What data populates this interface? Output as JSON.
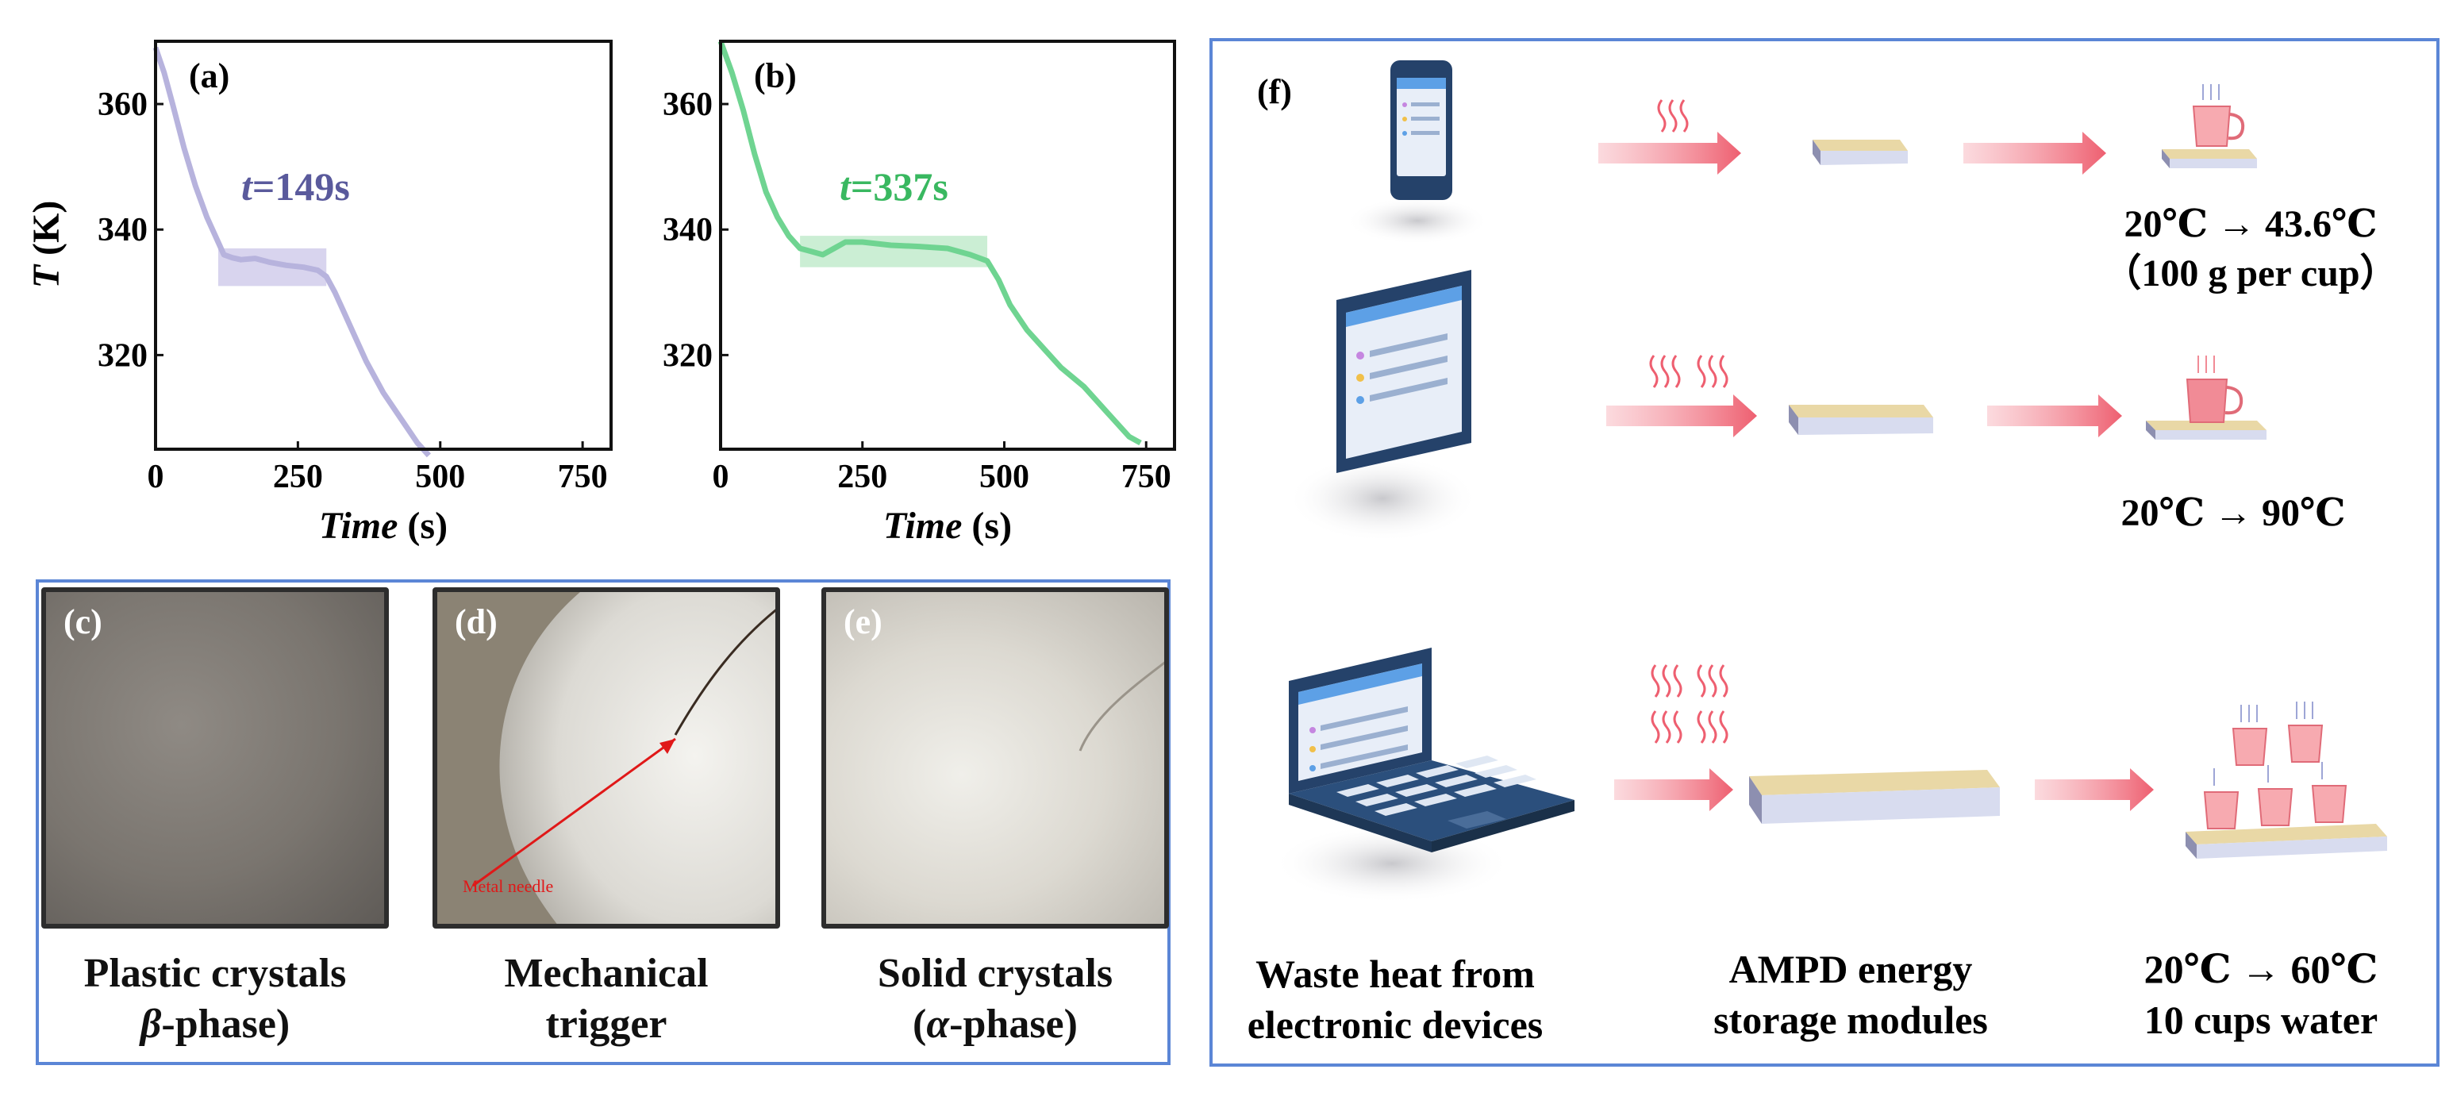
{
  "chart_data": [
    {
      "type": "line",
      "panel_label": "(a)",
      "annotation": {
        "t_prefix": "t",
        "t_value": "=149s"
      },
      "ylabel": "T (K)",
      "xlabel": "Time (s)",
      "xlim": [
        0,
        800
      ],
      "ylim": [
        305,
        370
      ],
      "xticks": [
        "0",
        "250",
        "500",
        "750"
      ],
      "yticks": [
        "320",
        "340",
        "360"
      ],
      "color": "#b7b3dd",
      "band_color": "#d8d4ee",
      "plateau": {
        "x": [
          110,
          300
        ],
        "y": [
          331,
          337
        ]
      },
      "series": [
        {
          "x": [
            0,
            15,
            30,
            50,
            70,
            90,
            110,
            120,
            135,
            150,
            175,
            200,
            230,
            260,
            285,
            300,
            315,
            330,
            350,
            370,
            400,
            430,
            460,
            480
          ],
          "y": [
            369,
            365,
            360,
            353,
            347,
            342,
            338,
            336,
            335.5,
            335.2,
            335.4,
            334.8,
            334.3,
            334,
            333.5,
            332.5,
            330,
            327,
            323,
            319,
            314,
            310,
            306,
            304
          ]
        }
      ]
    },
    {
      "type": "line",
      "panel_label": "(b)",
      "annotation": {
        "t_prefix": "t",
        "t_value": "=337s"
      },
      "ylabel": "",
      "xlabel": "Time (s)",
      "xlim": [
        0,
        800
      ],
      "ylim": [
        305,
        370
      ],
      "xticks": [
        "0",
        "250",
        "500",
        "750"
      ],
      "yticks": [
        "320",
        "340",
        "360"
      ],
      "color": "#6fd491",
      "band_color": "#cbeed4",
      "plateau": {
        "x": [
          140,
          470
        ],
        "y": [
          334,
          339
        ]
      },
      "series": [
        {
          "x": [
            0,
            20,
            40,
            60,
            80,
            100,
            120,
            140,
            160,
            180,
            200,
            220,
            250,
            300,
            350,
            400,
            440,
            470,
            490,
            510,
            540,
            570,
            600,
            640,
            680,
            720,
            740
          ],
          "y": [
            370,
            365,
            359,
            352,
            346,
            342,
            339,
            337,
            336.5,
            336,
            337,
            338,
            338,
            337.5,
            337.3,
            337,
            336,
            335,
            332,
            328,
            324,
            321,
            318,
            315,
            311,
            307,
            306
          ]
        }
      ]
    }
  ],
  "photos": {
    "c": {
      "label": "(c)",
      "caption": [
        "Plastic crystals",
        "(β-phase)"
      ]
    },
    "d": {
      "label": "(d)",
      "caption": [
        "Mechanical",
        "trigger"
      ],
      "annotation": "Metal needle"
    },
    "e": {
      "label": "(e)",
      "caption": [
        "Solid crystals",
        "(α-phase)"
      ]
    }
  },
  "panel_f": {
    "label": "(f)",
    "row1_result": [
      "20℃ → 43.6℃",
      "（100 g per cup）"
    ],
    "row2_result": "20℃ → 90℃",
    "bottom_captions": {
      "source": [
        "Waste heat from",
        "electronic devices"
      ],
      "module": [
        "AMPD energy",
        "storage modules"
      ],
      "result": [
        "20℃ → 60℃",
        "10 cups water"
      ]
    },
    "icons": [
      "phone-icon",
      "tablet-icon",
      "laptop-icon",
      "heat-wave-icon",
      "arrow-icon",
      "energy-module-icon",
      "cup-icon"
    ]
  },
  "colors": {
    "frame_blue": "#5b86d6",
    "arrow_red": "#f06b7a",
    "cup_pink": "#f7aab0",
    "module_top": "#e9d8a6",
    "module_side": "#d8dcef"
  }
}
